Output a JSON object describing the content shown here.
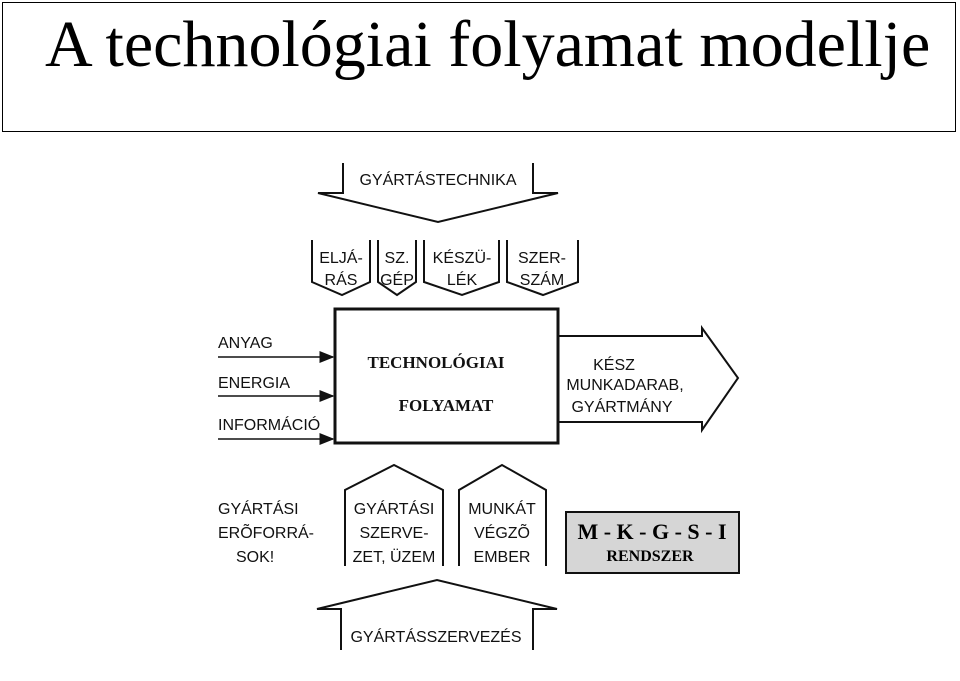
{
  "title": "A technológiai folyamat modellje",
  "diagram": {
    "top_arrow": "GYÁRTÁSTECHNIKA",
    "tools": [
      {
        "line1": "ELJÁ-",
        "line2": "RÁS"
      },
      {
        "line1": "SZ.",
        "line2": "GÉP"
      },
      {
        "line1": "KÉSZÜ-",
        "line2": "LÉK"
      },
      {
        "line1": "SZER-",
        "line2": "SZÁM"
      }
    ],
    "inputs": [
      "ANYAG",
      "ENERGIA",
      "INFORMÁCIÓ"
    ],
    "process": {
      "line1": "TECHNOLÓGIAI",
      "line2": "FOLYAMAT"
    },
    "output": {
      "line1": "KÉSZ",
      "line2": "MUNKADARAB,",
      "line3": "GYÁRTMÁNY"
    },
    "resources": {
      "line1": "GYÁRTÁSI",
      "line2": "ERÕFORRÁ-",
      "line3": "SOK!"
    },
    "organization": {
      "line1": "GYÁRTÁSI",
      "line2": "SZERVE-",
      "line3": "ZET, ÜZEM"
    },
    "worker": {
      "line1": "MUNKÁT",
      "line2": "VÉGZÕ",
      "line3": "EMBER"
    },
    "system": {
      "line1": "M - K - G - S - I",
      "line2": "RENDSZER"
    },
    "bottom_arrow": "GYÁRTÁSSZERVEZÉS"
  },
  "colors": {
    "system_fill": "#d6d6d6",
    "line": "#111111"
  }
}
